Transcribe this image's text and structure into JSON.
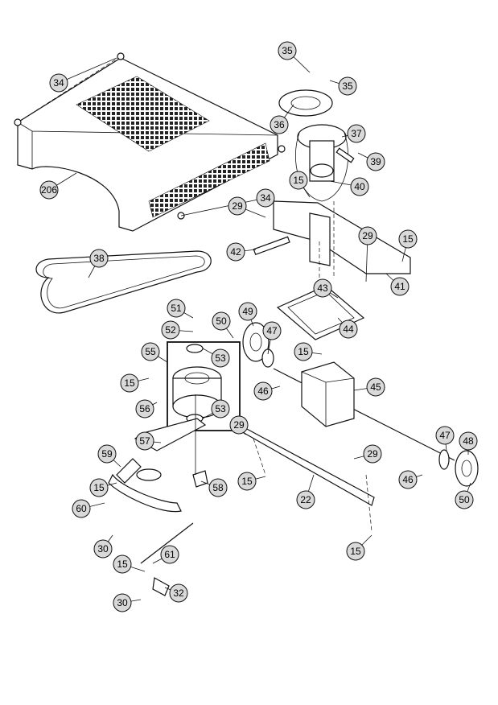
{
  "diagram": {
    "type": "exploded-parts-diagram",
    "callouts": [
      "34",
      "206",
      "34",
      "35",
      "35",
      "36",
      "37",
      "39",
      "40",
      "15",
      "29",
      "29",
      "15",
      "42",
      "43",
      "41",
      "38",
      "51",
      "52",
      "50",
      "49",
      "47",
      "44",
      "15",
      "55",
      "53",
      "15",
      "56",
      "53",
      "46",
      "45",
      "29",
      "57",
      "59",
      "58",
      "15",
      "60",
      "30",
      "61",
      "15",
      "32",
      "30",
      "22",
      "15",
      "29",
      "47",
      "48",
      "46",
      "50",
      "15"
    ]
  }
}
